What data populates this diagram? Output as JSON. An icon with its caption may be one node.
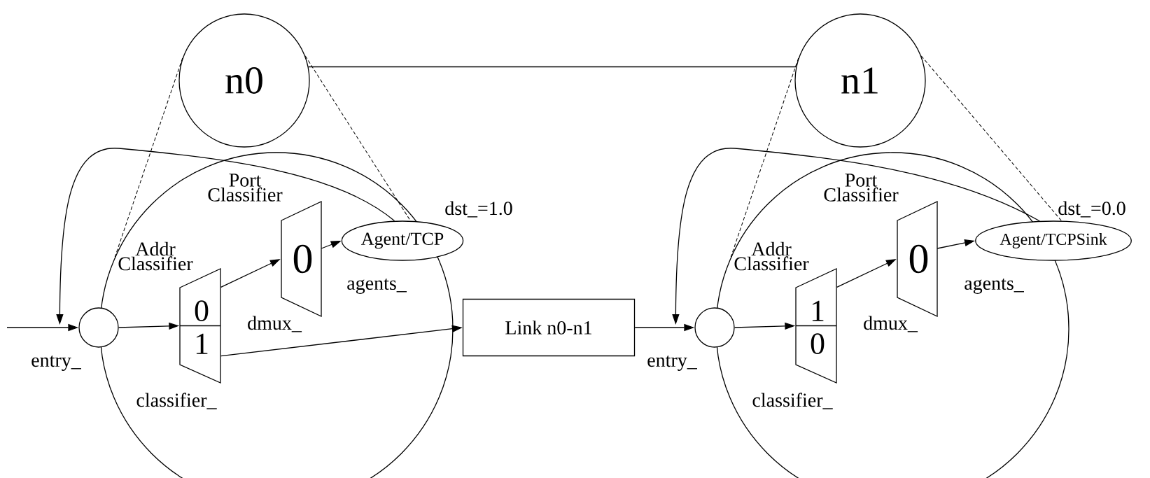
{
  "diagram": {
    "nodes": [
      {
        "text": [
          "n0"
        ]
      },
      {
        "text": [
          "n1"
        ]
      },
      {
        "text": [],
        "shape": "circle"
      },
      {
        "text": [],
        "shape": "circle",
        "beside": [
          "entry_"
        ]
      },
      {
        "text": [
          "0",
          "1"
        ],
        "in": 2,
        "beside": [
          "Addr Classifier",
          "classifier_"
        ]
      },
      {
        "text": [
          "0"
        ],
        "in": 2,
        "beside": [
          "Port Classifier",
          "dmux_"
        ]
      },
      {
        "text": [
          "Agent/TCP"
        ],
        "beside": [
          "dst_=1.0",
          "agents_"
        ]
      },
      {
        "text": [
          "Link n0-n1"
        ]
      },
      {
        "text": [],
        "shape": "circle"
      },
      {
        "text": [],
        "shape": "circle",
        "beside": [
          "entry_"
        ]
      },
      {
        "text": [
          "1",
          "0"
        ],
        "in": 8,
        "beside": [
          "Addr Classifier",
          "classifier_"
        ]
      },
      {
        "text": [
          "0"
        ],
        "in": 8,
        "beside": [
          "Port Classifier",
          "dmux_"
        ]
      },
      {
        "text": [
          "Agent/TCPSink"
        ],
        "beside": [
          "dst_=0.0",
          "agents_"
        ]
      }
    ],
    "edges": [
      {
        "from": 0,
        "to": 1,
        "arrow": "none"
      },
      {
        "from": 0,
        "to": 2,
        "arrow": "none",
        "style": "dashed"
      },
      {
        "from": 0,
        "to": 6,
        "arrow": "none",
        "style": "dashed"
      },
      {
        "from": null,
        "to": 3,
        "arrow": "to"
      },
      {
        "from": 3,
        "to": 4,
        "arrow": "to"
      },
      {
        "from": 4,
        "to": 5,
        "arrow": "to"
      },
      {
        "from": 5,
        "to": 6,
        "arrow": "to"
      },
      {
        "from": 4,
        "to": 7,
        "arrow": "to"
      },
      {
        "from": 6,
        "to": 3,
        "arrow": "to"
      },
      {
        "from": 7,
        "to": 9,
        "arrow": "to"
      },
      {
        "from": 9,
        "to": 10,
        "arrow": "to"
      },
      {
        "from": 10,
        "to": 11,
        "arrow": "to"
      },
      {
        "from": 11,
        "to": 12,
        "arrow": "to"
      },
      {
        "from": 12,
        "to": 9,
        "arrow": "to"
      },
      {
        "from": 1,
        "to": 8,
        "arrow": "none",
        "style": "dashed"
      },
      {
        "from": 1,
        "to": 12,
        "arrow": "none",
        "style": "dashed"
      }
    ]
  }
}
